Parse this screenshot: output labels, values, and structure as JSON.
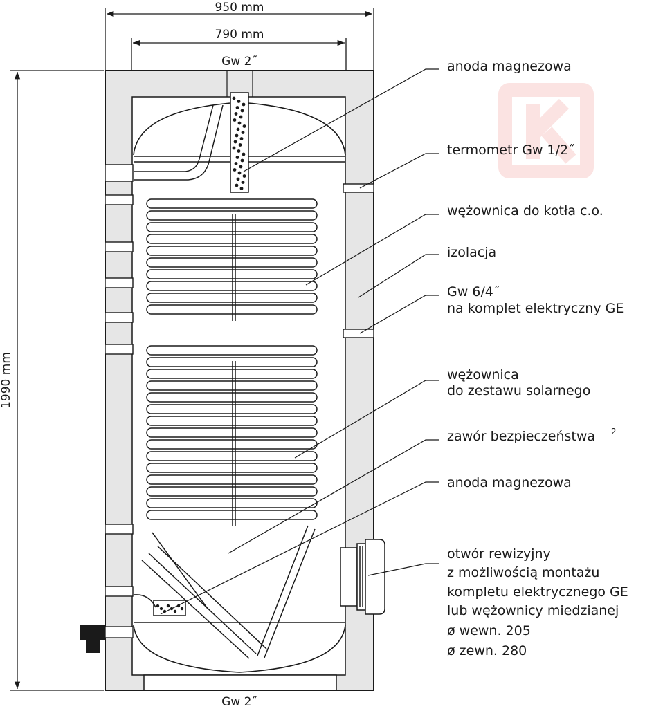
{
  "dimensions": {
    "outer_width": "950 mm",
    "inner_width": "790 mm",
    "height": "1990 mm",
    "top_connection": "Gw 2˝",
    "bottom_connection": "Gw 2˝"
  },
  "labels": [
    {
      "id": "anode-top",
      "lines": [
        "anoda magnezowa"
      ]
    },
    {
      "id": "thermometer",
      "lines": [
        "termometr Gw 1/2˝"
      ]
    },
    {
      "id": "boiler-coil",
      "lines": [
        "wężownica do kotła c.o."
      ]
    },
    {
      "id": "insulation",
      "lines": [
        "izolacja"
      ]
    },
    {
      "id": "electric-port",
      "lines": [
        "Gw 6/4˝",
        "na komplet elektryczny GE"
      ]
    },
    {
      "id": "solar-coil",
      "lines": [
        "wężownica",
        "do zestawu solarnego"
      ]
    },
    {
      "id": "safety-valve",
      "lines": [
        "zawór bezpieczeństwa"
      ],
      "superscript": "2"
    },
    {
      "id": "anode-bottom",
      "lines": [
        "anoda magnezowa"
      ]
    },
    {
      "id": "inspection-opening",
      "lines": [
        "otwór rewizyjny",
        "z możliwością montażu",
        "kompletu elektrycznego GE",
        "lub wężownicy miedzianej",
        "ø wewn. 205",
        "ø zewn. 280"
      ]
    }
  ],
  "colors": {
    "line": "#1a1a1a",
    "insulation": "#e6e6e6",
    "tank": "#ffffff",
    "watermark": "#fbe3e2"
  }
}
